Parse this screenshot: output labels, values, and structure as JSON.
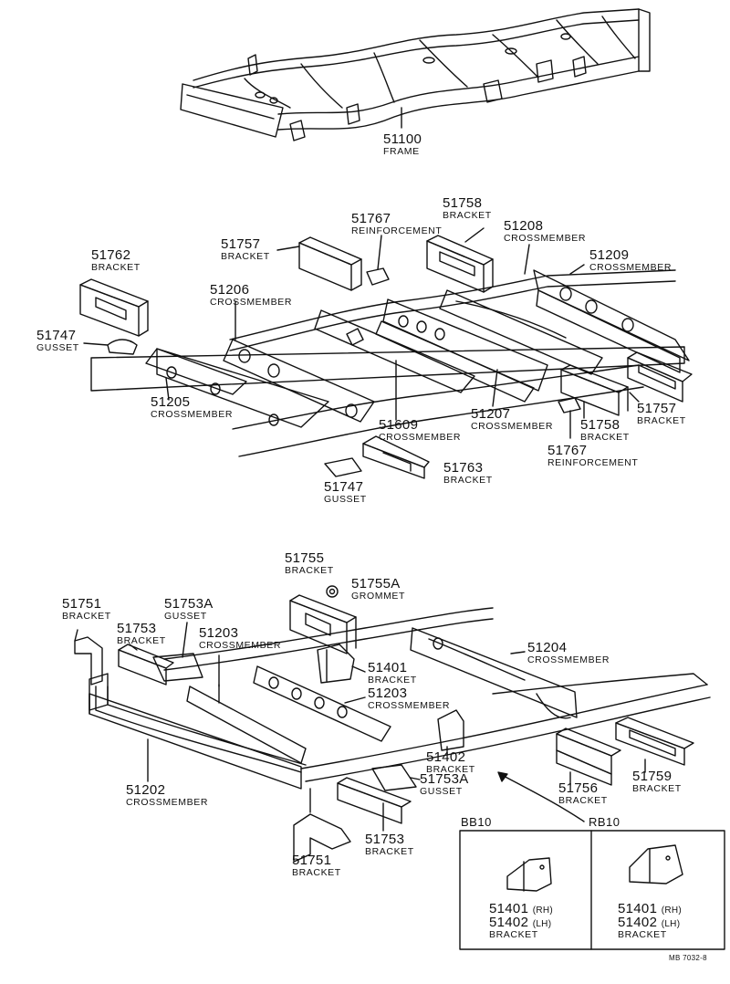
{
  "frame": {
    "part": "51100",
    "name": "FRAME"
  },
  "middle": [
    {
      "part": "51758",
      "name": "BRACKET"
    },
    {
      "part": "51767",
      "name": "REINFORCEMENT"
    },
    {
      "part": "51757",
      "name": "BRACKET"
    },
    {
      "part": "51762",
      "name": "BRACKET"
    },
    {
      "part": "51208",
      "name": "CROSSMEMBER"
    },
    {
      "part": "51209",
      "name": "CROSSMEMBER"
    },
    {
      "part": "51206",
      "name": "CROSSMEMBER"
    },
    {
      "part": "51747",
      "name": "GUSSET"
    },
    {
      "part": "51205",
      "name": "CROSSMEMBER"
    },
    {
      "part": "51609",
      "name": "CROSSMEMBER"
    },
    {
      "part": "51207",
      "name": "CROSSMEMBER"
    },
    {
      "part": "51757",
      "name": "BRACKET"
    },
    {
      "part": "51758",
      "name": "BRACKET"
    },
    {
      "part": "51767",
      "name": "REINFORCEMENT"
    },
    {
      "part": "51763",
      "name": "BRACKET"
    },
    {
      "part": "51747",
      "name": "GUSSET"
    }
  ],
  "lower": [
    {
      "part": "51755",
      "name": "BRACKET"
    },
    {
      "part": "51755A",
      "name": "GROMMET"
    },
    {
      "part": "51751",
      "name": "BRACKET"
    },
    {
      "part": "51753A",
      "name": "GUSSET"
    },
    {
      "part": "51753",
      "name": "BRACKET"
    },
    {
      "part": "51203",
      "name": "CROSSMEMBER"
    },
    {
      "part": "51204",
      "name": "CROSSMEMBER"
    },
    {
      "part": "51401",
      "name": "BRACKET"
    },
    {
      "part": "51203",
      "name": "CROSSMEMBER"
    },
    {
      "part": "51402",
      "name": "BRACKET"
    },
    {
      "part": "51202",
      "name": "CROSSMEMBER"
    },
    {
      "part": "51753A",
      "name": "GUSSET"
    },
    {
      "part": "51756",
      "name": "BRACKET"
    },
    {
      "part": "51759",
      "name": "BRACKET"
    },
    {
      "part": "51753",
      "name": "BRACKET"
    },
    {
      "part": "51751",
      "name": "BRACKET"
    }
  ],
  "inset": {
    "left": {
      "model": "BB10",
      "p1": "51401",
      "s1": "(RH)",
      "p2": "51402",
      "s2": "(LH)",
      "name": "BRACKET"
    },
    "right": {
      "model": "RB10",
      "p1": "51401",
      "s1": "(RH)",
      "p2": "51402",
      "s2": "(LH)",
      "name": "BRACKET"
    }
  },
  "ref": "MB 7032-8"
}
